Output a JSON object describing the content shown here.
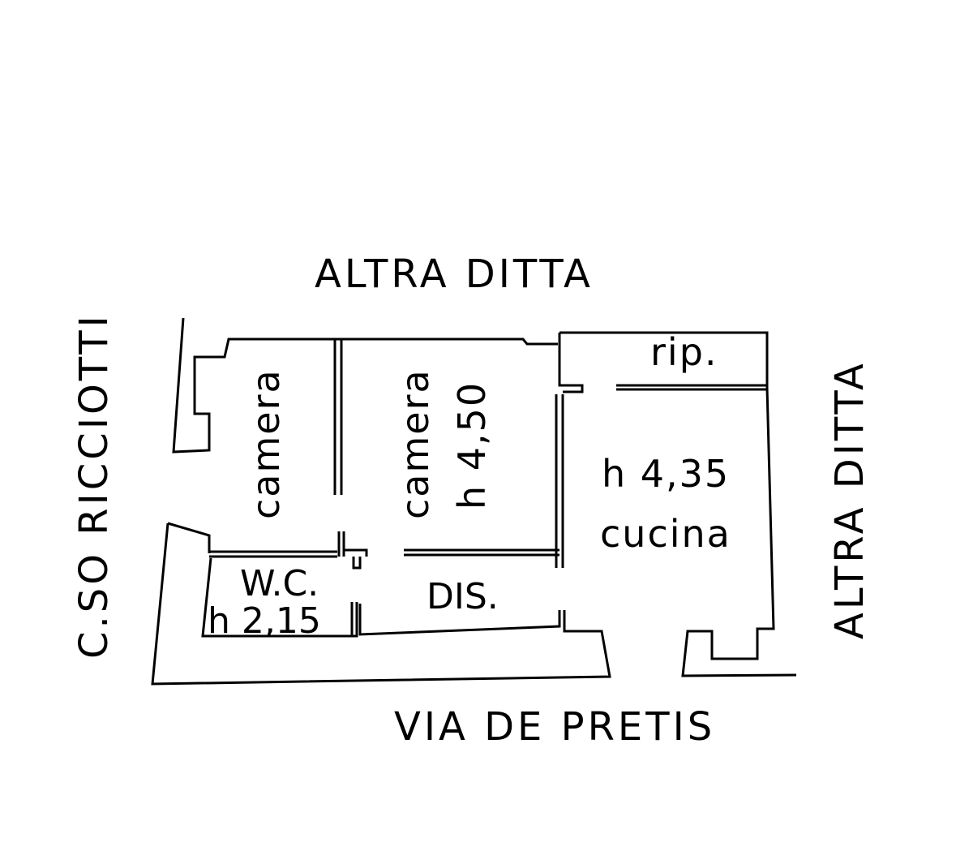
{
  "streets": {
    "top": "ALTRA DITTA",
    "left": "C.SO RICCIOTTI",
    "right": "ALTRA DITTA",
    "bottom": "VIA DE PRETIS"
  },
  "rooms": {
    "camera1": {
      "label": "camera"
    },
    "camera2": {
      "label": "camera",
      "height": "h 4,50"
    },
    "rip": {
      "label": "rip."
    },
    "cucina": {
      "label": "cucina",
      "height": "h 4,35"
    },
    "wc": {
      "label": "W.C.",
      "height": "h 2,15"
    },
    "dis": {
      "label": "DIS."
    }
  },
  "colors": {
    "line": "#000000",
    "background": "#ffffff"
  }
}
